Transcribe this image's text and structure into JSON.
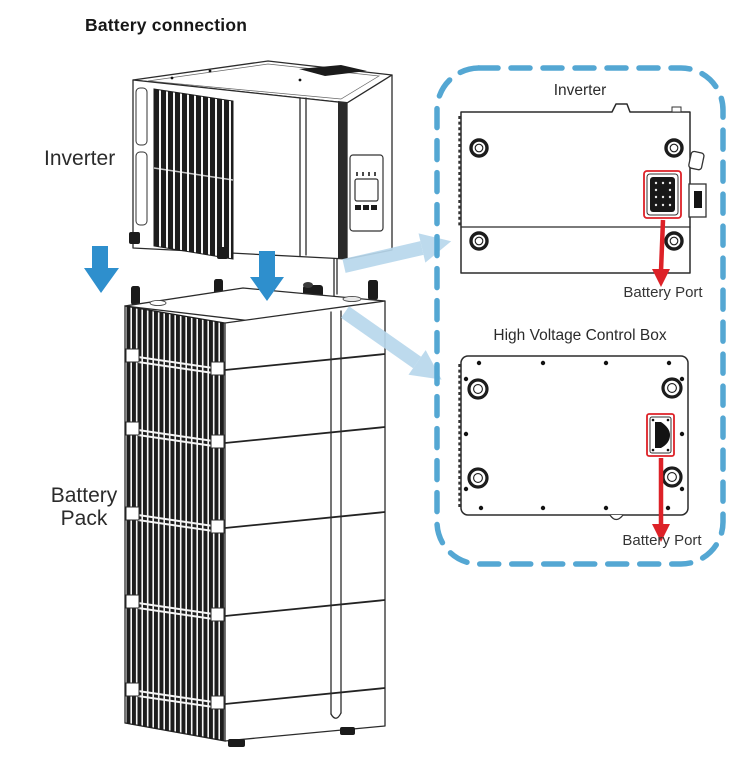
{
  "title": "Battery connection",
  "main_labels": {
    "inverter": "Inverter",
    "battery_pack": "Battery Pack"
  },
  "detail_panel": {
    "inverter_view_title": "Inverter",
    "inverter_port_label": "Battery Port",
    "control_box_view_title": "High Voltage Control Box",
    "control_box_port_label": "Battery Port"
  },
  "colors": {
    "arrow_blue": "#2e8fcd",
    "arrow_light_blue": "#b7d7ec",
    "panel_border_blue": "#54a7d3",
    "highlight_red": "#dd2127",
    "line_art": "#2b2b2b"
  }
}
